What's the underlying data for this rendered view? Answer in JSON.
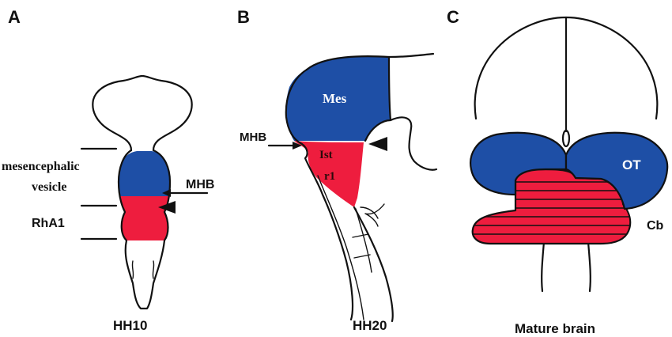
{
  "panels": {
    "a": {
      "letter": "A",
      "stage": "HH10",
      "mes_line1": "mesencephalic",
      "mes_line2": "vesicle",
      "mhb": "MHB",
      "rha1": "RhA1"
    },
    "b": {
      "letter": "B",
      "stage": "HH20",
      "mes": "Mes",
      "ist": "Ist",
      "r1": "r1",
      "mhb": "MHB"
    },
    "c": {
      "letter": "C",
      "stage": "Mature brain",
      "ot": "OT",
      "cb": "Cb"
    }
  },
  "colors": {
    "mesencephalon": "#1e4fa6",
    "rhombomere1": "#ee1d3e",
    "outline": "#111111"
  }
}
